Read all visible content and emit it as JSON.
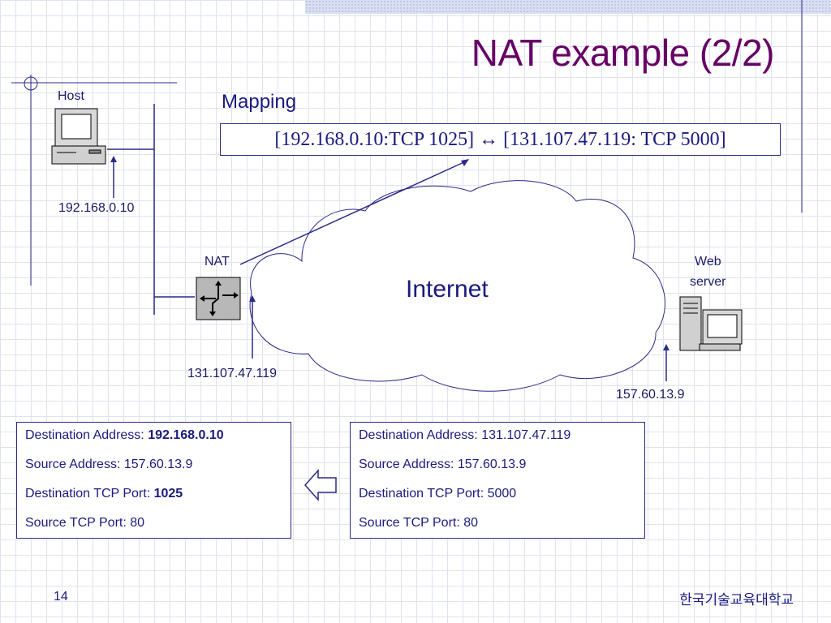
{
  "slide": {
    "title": "NAT example (2/2)",
    "page_number": "14",
    "footer": "한국기술교육대학교"
  },
  "diagram": {
    "host_label": "Host",
    "host_ip": "192.168.0.10",
    "nat_label": "NAT",
    "nat_ip": "131.107.47.119",
    "web_server_label_line1": "Web",
    "web_server_label_line2": "server",
    "web_server_ip": "157.60.13.9",
    "cloud_label": "Internet",
    "mapping_label": "Mapping",
    "mapping_text": "[192.168.0.10:TCP 1025] ↔ [131.107.47.119: TCP 5000]"
  },
  "packet_translated": {
    "dest_address_label": "Destination Address: ",
    "dest_address_value": "192.168.0.10",
    "source_address": "Source Address: 157.60.13.9",
    "dest_port_label": "Destination TCP Port: ",
    "dest_port_value": "1025",
    "source_port": "Source TCP Port: 80"
  },
  "packet_original": {
    "dest_address": "Destination Address: 131.107.47.119",
    "source_address": "Source Address: 157.60.13.9",
    "dest_port": "Destination TCP Port: 5000",
    "source_port": "Source TCP Port: 80"
  },
  "colors": {
    "title": "#660066",
    "text": "#1a1a80",
    "lines": "#2a2a88"
  }
}
